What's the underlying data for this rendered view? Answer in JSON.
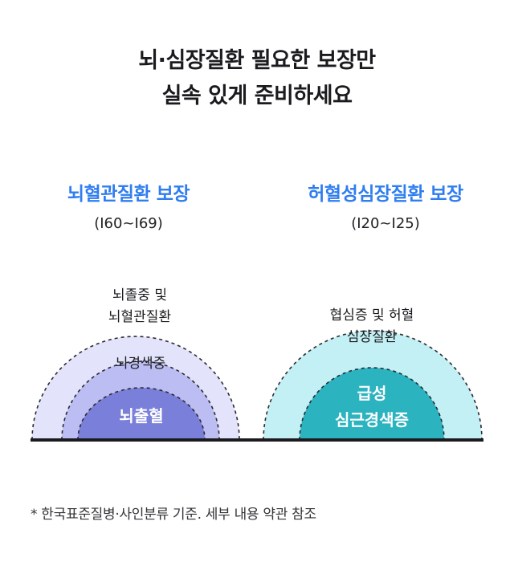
{
  "title": {
    "line1": "뇌·심장질환 필요한 보장만",
    "line2": "실속 있게 준비하세요"
  },
  "left": {
    "title": "뇌혈관질환 보장",
    "code": "(I60~I69)",
    "outer_label": [
      "뇌졸중 및",
      "뇌혈관질환"
    ],
    "middle_label": "뇌경색증",
    "inner_label": "뇌출혈",
    "colors": {
      "outer": "#e3e3fb",
      "middle": "#bcbdf2",
      "inner": "#7a7fd9"
    }
  },
  "right": {
    "title": "허혈성심장질환 보장",
    "code": "(I20~I25)",
    "outer_label": [
      "협심증 및 허혈",
      "심장질환"
    ],
    "inner_label": [
      "급성",
      "심근경색증"
    ],
    "colors": {
      "outer": "#c3f0f5",
      "inner": "#2bb3c0"
    }
  },
  "footnote": "* 한국표준질병·사인분류 기준. 세부 내용 약관 참조",
  "colors": {
    "accent": "#2f7df0",
    "baseline": "#1b1b1f"
  }
}
